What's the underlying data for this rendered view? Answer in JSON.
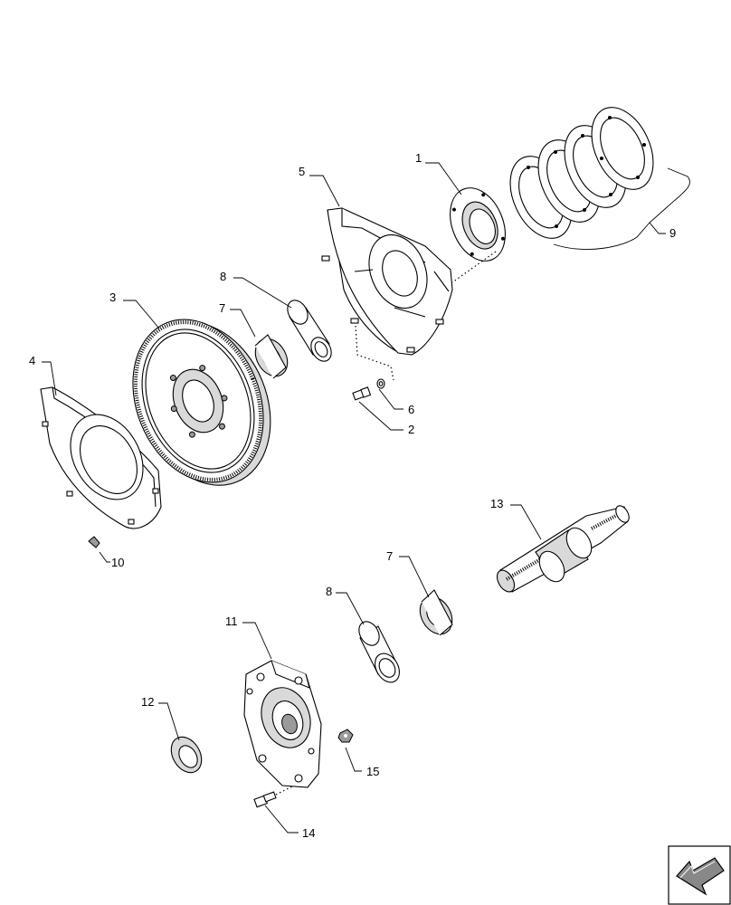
{
  "callouts": {
    "c1": "1",
    "c2": "2",
    "c3": "3",
    "c4": "4",
    "c5": "5",
    "c6": "6",
    "c7a": "7",
    "c7b": "7",
    "c8a": "8",
    "c8b": "8",
    "c9": "9",
    "c10": "10",
    "c11": "11",
    "c12": "12",
    "c13": "13",
    "c14": "14",
    "c15": "15"
  },
  "nav": {
    "icon": "arrow-icon"
  }
}
